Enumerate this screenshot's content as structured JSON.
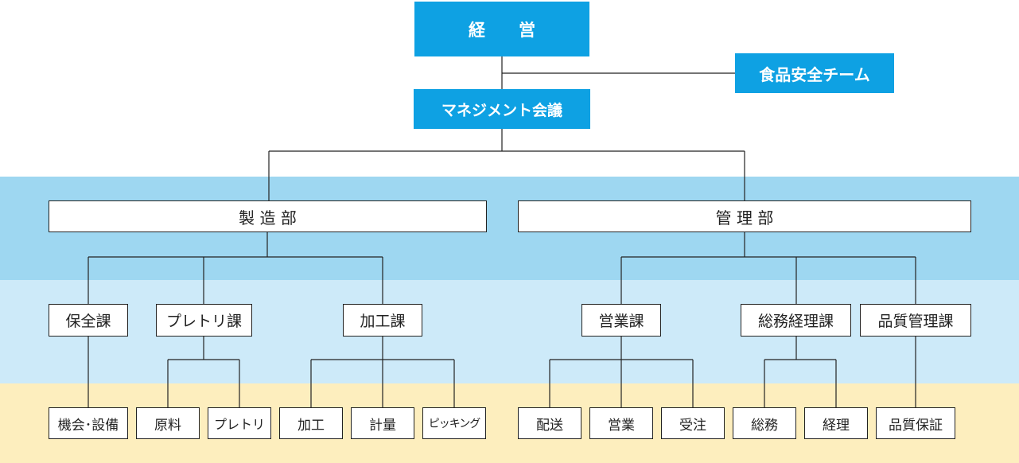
{
  "colors": {
    "top_box": "#0ea1e3",
    "band_dept": "#9ed7f1",
    "band_section": "#cdeaf9",
    "band_unit": "#fdeebe",
    "line": "#222222"
  },
  "management": "経　　営",
  "food_safety_team": "食品安全チーム",
  "management_meeting": "マネジメント会議",
  "departments": {
    "manufacturing": "製 造 部",
    "administration": "管 理 部"
  },
  "sections": {
    "maintenance": "保全課",
    "preletri": "プレトリ課",
    "processing": "加工課",
    "sales": "営業課",
    "general_accounting": "総務経理課",
    "quality_control": "品質管理課"
  },
  "units": {
    "equipment": "機会･設備",
    "raw_materials": "原料",
    "preletri": "プレトリ",
    "processing": "加工",
    "weighing": "計量",
    "picking": "ピッキング",
    "delivery": "配送",
    "sales": "営業",
    "orders": "受注",
    "general_affairs": "総務",
    "accounting": "経理",
    "quality_assurance": "品質保証"
  }
}
